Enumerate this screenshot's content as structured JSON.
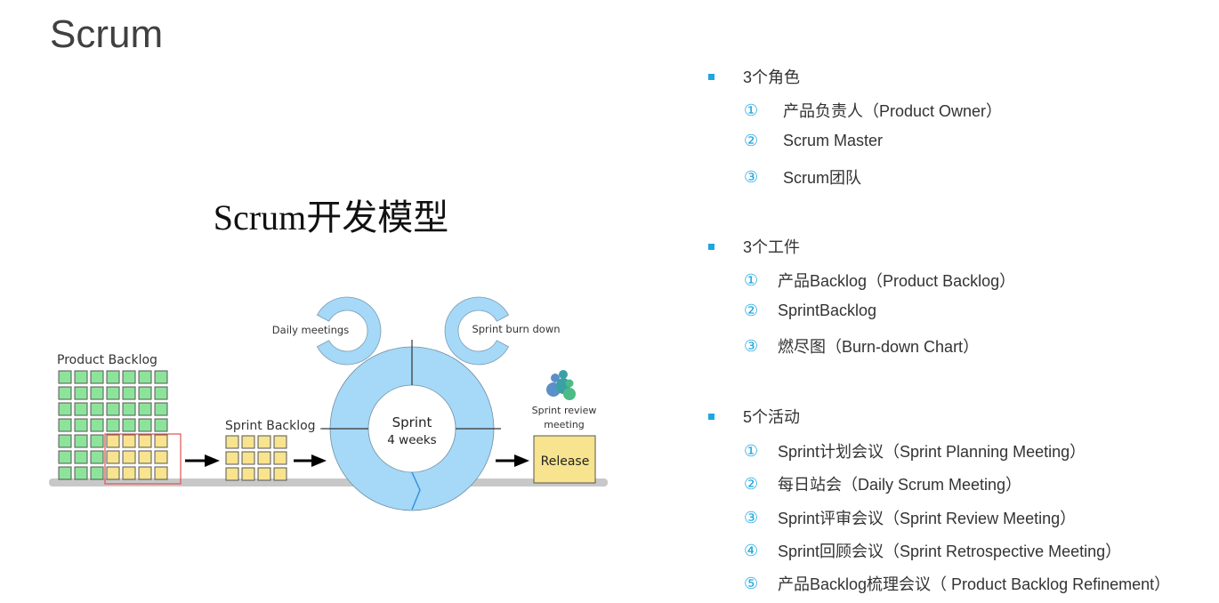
{
  "slide": {
    "title": "Scrum"
  },
  "diagram": {
    "title": "Scrum开发模型",
    "product_backlog_label": "Product Backlog",
    "product_backlog_grid": {
      "columns": 7,
      "rows": 7,
      "selected_columns": 4,
      "selected_rows": 3
    },
    "sprint_backlog_label": "Sprint Backlog",
    "sprint_backlog_grid": {
      "columns": 4,
      "rows": 3
    },
    "daily_meetings_label": "Daily meetings",
    "sprint_burn_down_label": "Sprint burn down",
    "sprint_label": "Sprint",
    "sprint_duration": "4 weeks",
    "review_label_line1": "Sprint review",
    "review_label_line2": "meeting",
    "release_label": "Release",
    "colors": {
      "backlog_item": "#8ee39c",
      "selected_item": "#f8e38f",
      "ring": "#a6d8f7",
      "selection_border": "#e05050",
      "baseline": "#c8c8c8",
      "accent": "#1ea7e1"
    }
  },
  "sections": [
    {
      "heading": "3个角色",
      "items": [
        {
          "num": "①",
          "text": "产品负责人（Product Owner）"
        },
        {
          "num": "②",
          "text": "Scrum Master"
        },
        {
          "num": "③",
          "text": "Scrum团队"
        }
      ]
    },
    {
      "heading": "3个工件",
      "items": [
        {
          "num": "①",
          "text": "产品Backlog（Product Backlog）"
        },
        {
          "num": "②",
          "text": "SprintBacklog"
        },
        {
          "num": "③",
          "text": "燃尽图（Burn-down Chart）"
        }
      ]
    },
    {
      "heading": "5个活动",
      "items": [
        {
          "num": "①",
          "text": "Sprint计划会议（Sprint Planning Meeting）"
        },
        {
          "num": "②",
          "text": "每日站会（Daily Scrum Meeting）"
        },
        {
          "num": "③",
          "text": "Sprint评审会议（Sprint Review Meeting）"
        },
        {
          "num": "④",
          "text": "Sprint回顾会议（Sprint Retrospective Meeting）"
        },
        {
          "num": "⑤",
          "text": "产品Backlog梳理会议（ Product Backlog Refinement）"
        }
      ]
    }
  ]
}
